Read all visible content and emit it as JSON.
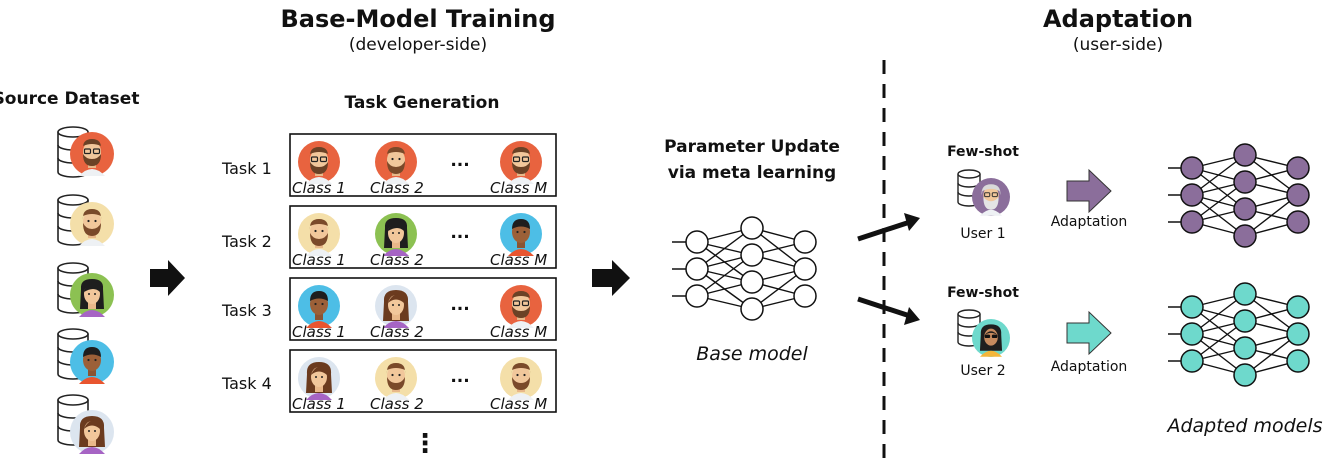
{
  "headings": {
    "base_title": "Base-Model Training",
    "base_subtitle": "(developer-side)",
    "adapt_title": "Adaptation",
    "adapt_subtitle": "(user-side)"
  },
  "source": {
    "title": "Source Dataset"
  },
  "task_generation": {
    "title": "Task Generation",
    "ellipsis": "...",
    "vertical_ellipsis": "⋮",
    "tasks": [
      {
        "label": "Task 1",
        "classes": [
          "Class 1",
          "Class 2",
          "Class M"
        ]
      },
      {
        "label": "Task 2",
        "classes": [
          "Class 1",
          "Class 2",
          "Class M"
        ]
      },
      {
        "label": "Task 3",
        "classes": [
          "Class 1",
          "Class 2",
          "Class M"
        ]
      },
      {
        "label": "Task 4",
        "classes": [
          "Class 1",
          "Class 2",
          "Class M"
        ]
      }
    ]
  },
  "base_model": {
    "title_line1": "Parameter Update",
    "title_line2": "via meta learning",
    "caption": "Base model"
  },
  "users": [
    {
      "few_shot": "Few-shot",
      "name": "User 1",
      "adaptation": "Adaptation"
    },
    {
      "few_shot": "Few-shot",
      "name": "User 2",
      "adaptation": "Adaptation"
    }
  ],
  "adapted_caption": "Adapted models",
  "colors": {
    "orange": "#E8633F",
    "beige": "#F4DFA9",
    "green": "#8CC152",
    "blue": "#4DBEE6",
    "lightblue": "#DCE5EF",
    "purple": "#8B6E9B",
    "teal": "#6ED9CC",
    "arrow": "#111111"
  }
}
